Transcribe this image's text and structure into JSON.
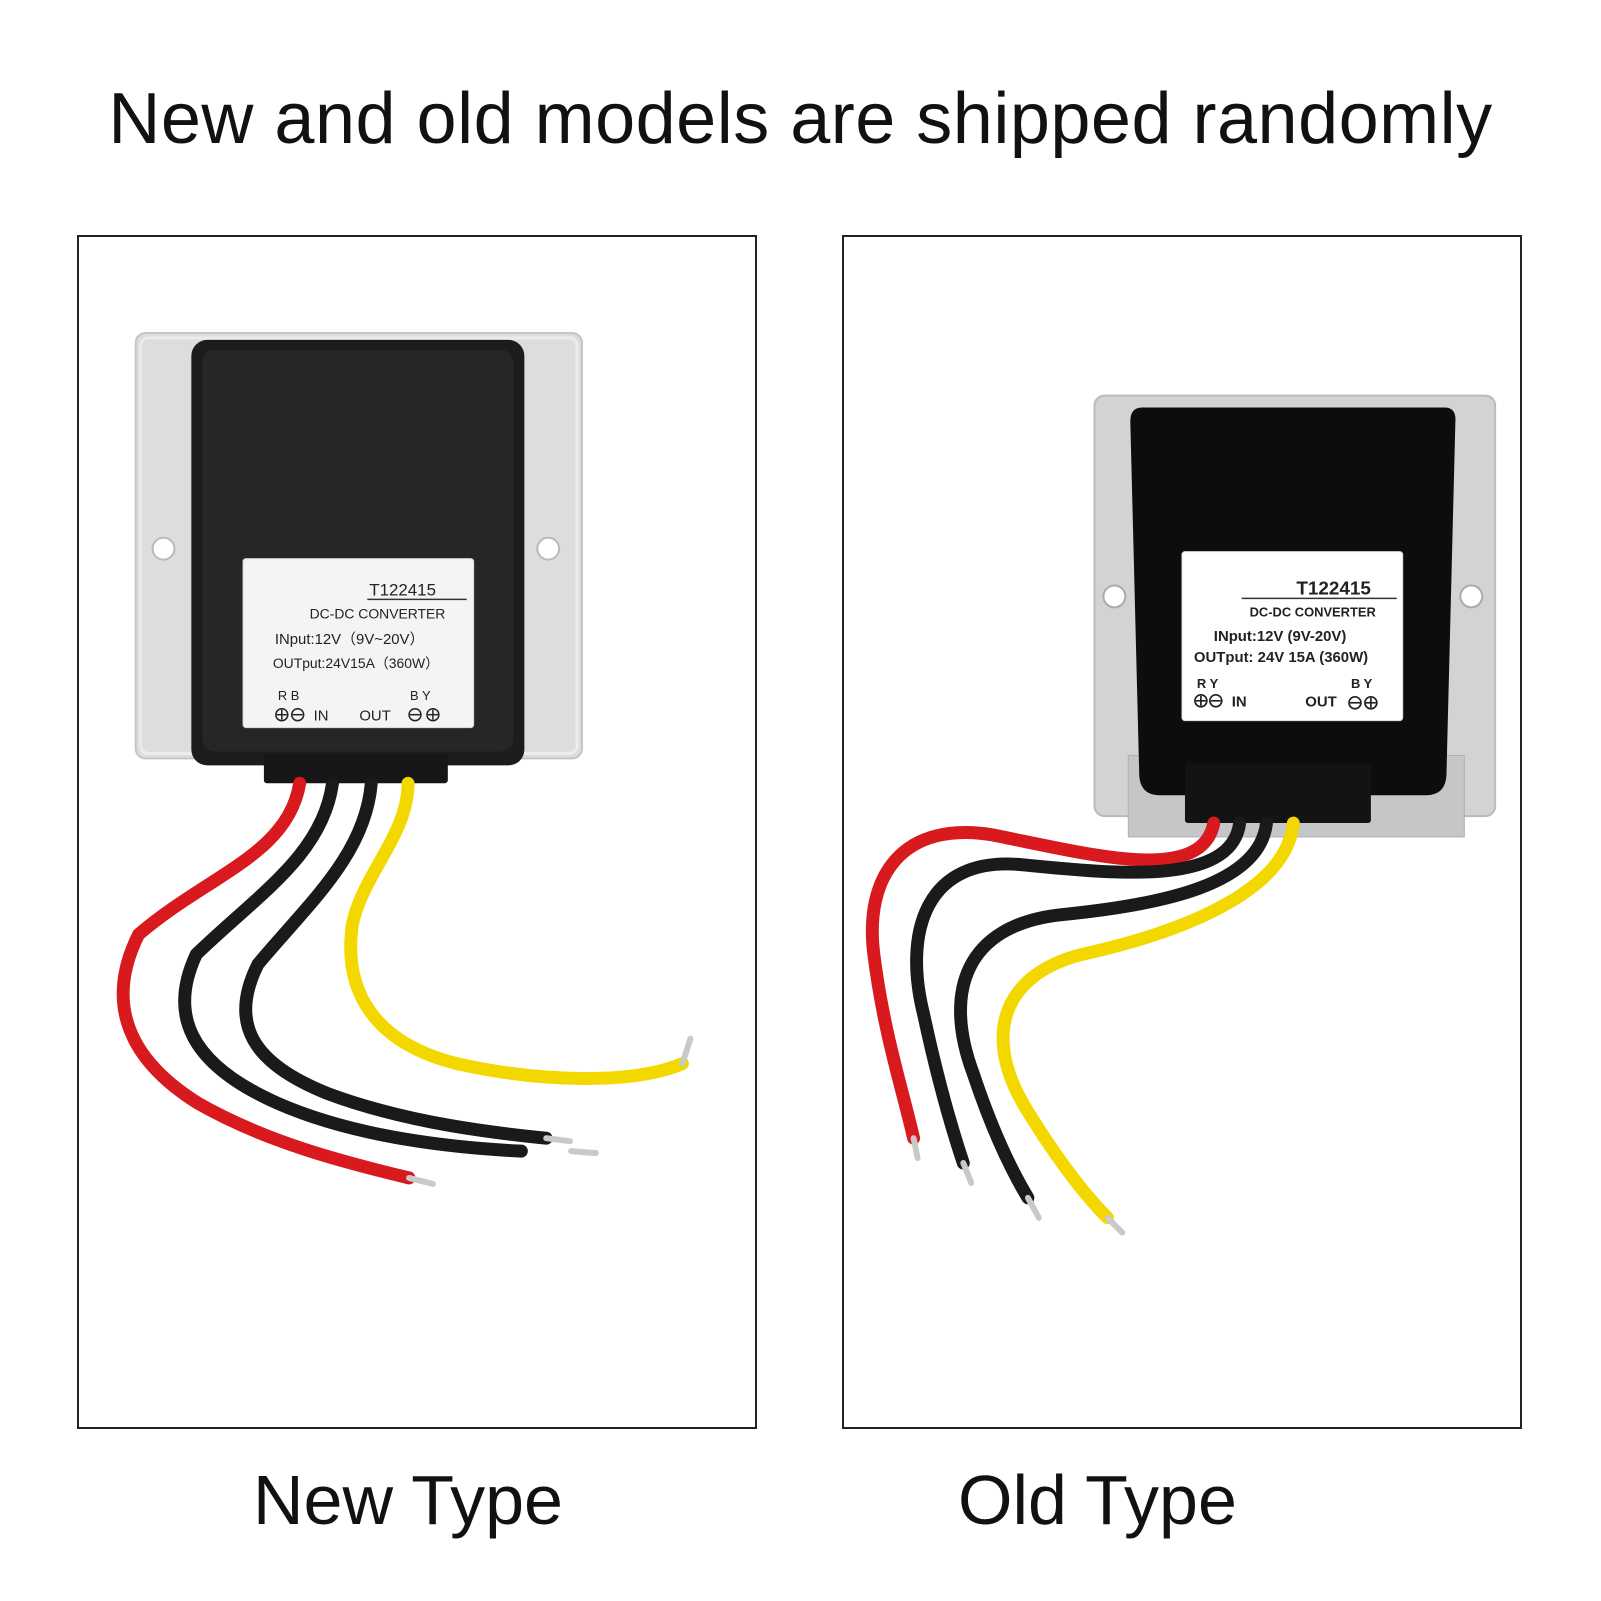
{
  "headline": "New and old models are shipped randomly",
  "panels": [
    {
      "caption": "New Type",
      "label": {
        "model": "T122415",
        "title": "DC-DC CONVERTER",
        "input": "INput:12V（9V~20V）",
        "output": "OUTput:24V15A（360W）",
        "in_wires": "R B",
        "in_text": "IN",
        "out_text": "OUT",
        "out_wires": "B Y"
      },
      "colors": {
        "body": "#1b1b1b",
        "plate": "#d9dadc",
        "label": "#f4f4f2"
      },
      "wires": [
        "#d8191d",
        "#1a1a1a",
        "#1a1a1a",
        "#f3d800"
      ]
    },
    {
      "caption": "Old Type",
      "label": {
        "model": "T122415",
        "title": "DC-DC CONVERTER",
        "input": "INput:12V (9V-20V)",
        "output": "OUTput: 24V 15A (360W)",
        "in_wires": "R Y",
        "in_text": "IN",
        "out_text": "OUT",
        "out_wires": "B Y"
      },
      "colors": {
        "body": "#0d0d0d",
        "plate": "#cfd0d2",
        "label": "#ffffff"
      },
      "wires": [
        "#d8191d",
        "#1a1a1a",
        "#1a1a1a",
        "#f3d800"
      ]
    }
  ]
}
